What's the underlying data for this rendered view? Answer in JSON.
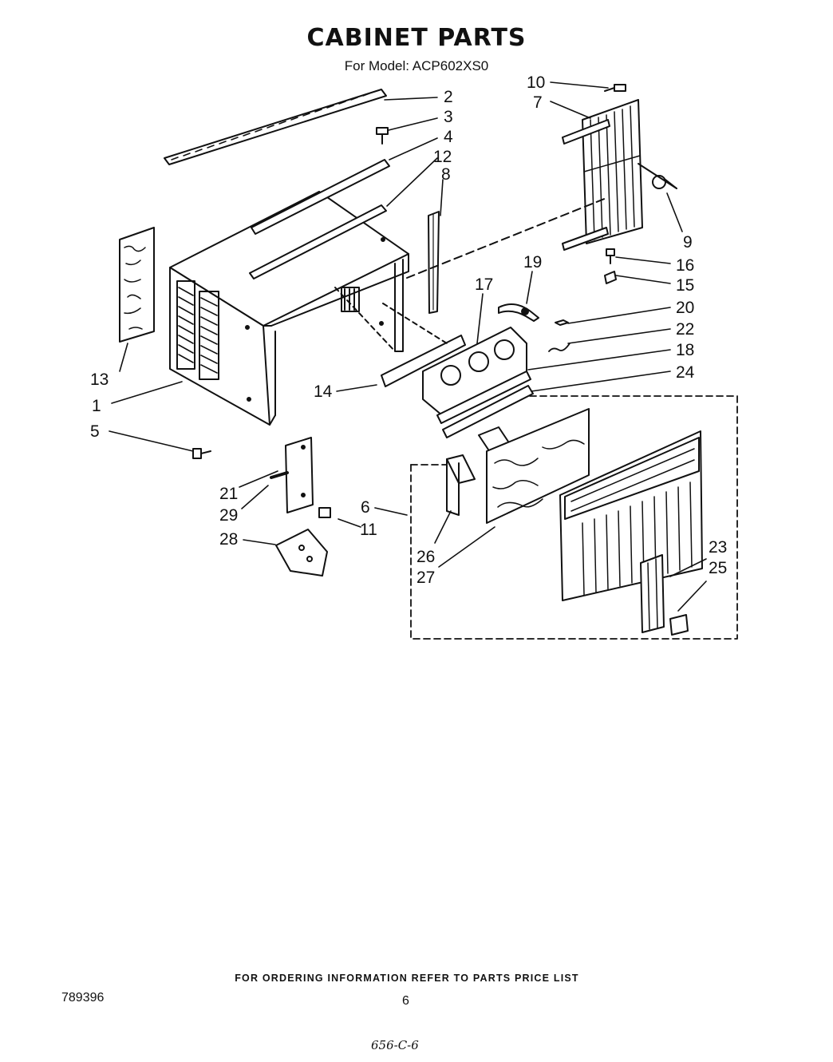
{
  "header": {
    "title": "CABINET PARTS",
    "model_label": "For Model: ACP602XS0"
  },
  "callouts": [
    "1",
    "2",
    "3",
    "4",
    "5",
    "6",
    "7",
    "8",
    "9",
    "10",
    "11",
    "12",
    "13",
    "14",
    "15",
    "16",
    "17",
    "18",
    "19",
    "20",
    "21",
    "22",
    "23",
    "24",
    "25",
    "26",
    "27",
    "28",
    "29"
  ],
  "footer": {
    "ordering_note": "FOR ORDERING INFORMATION REFER TO PARTS PRICE LIST",
    "document_number": "789396",
    "page_number": "6"
  },
  "handwritten_note": "656-C-6"
}
